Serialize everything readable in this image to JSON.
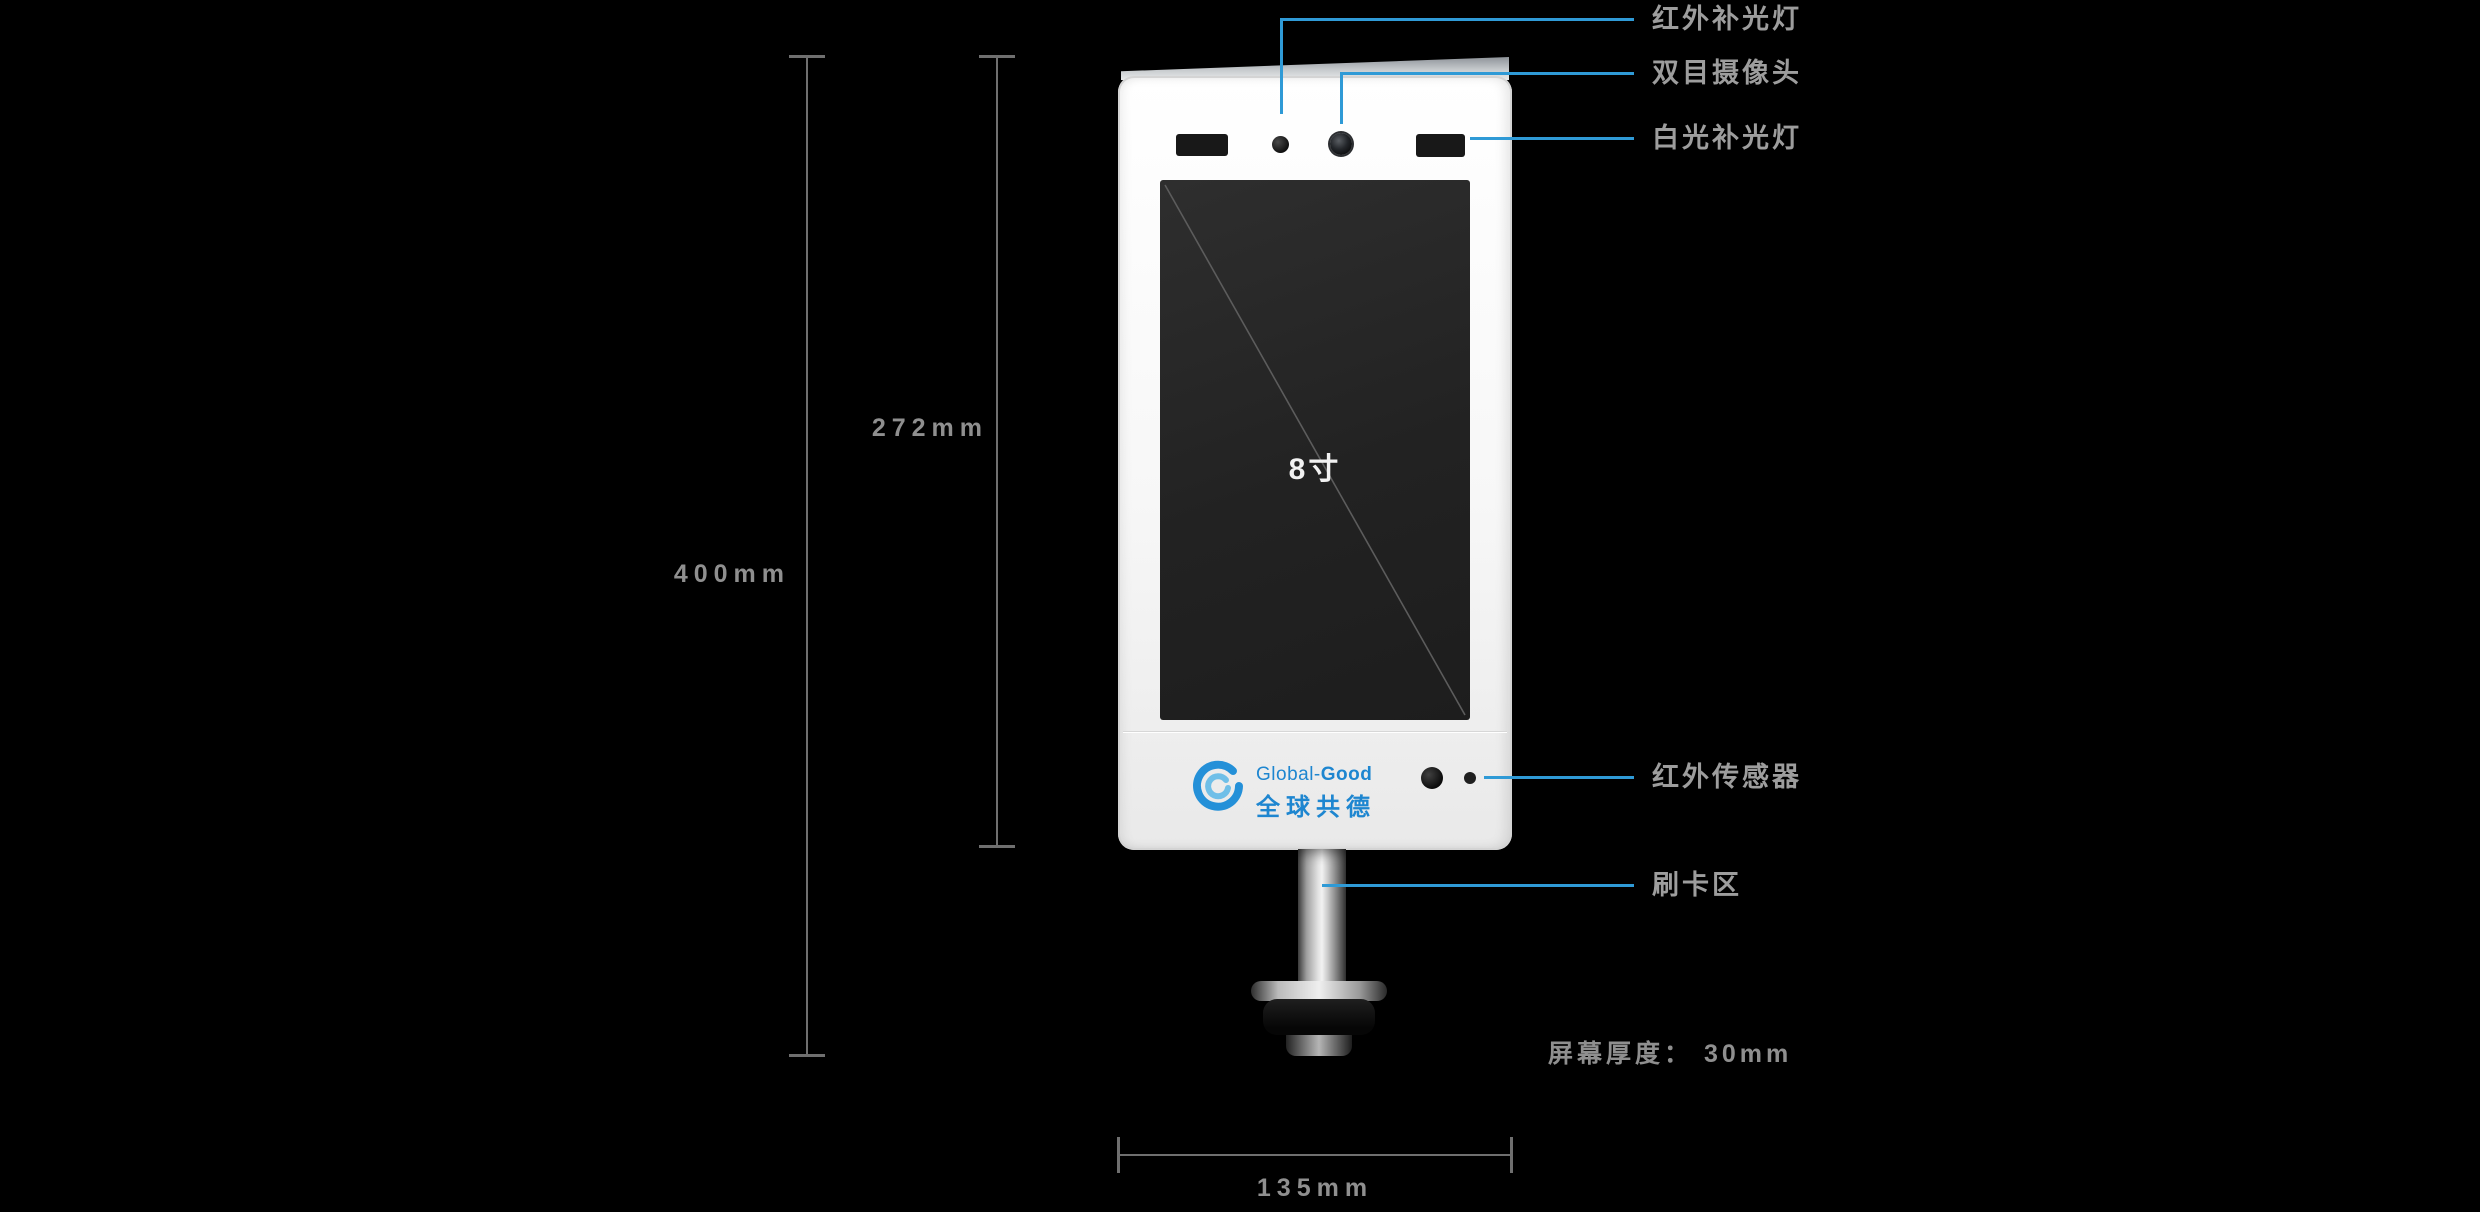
{
  "colors": {
    "background": "#000000",
    "callout_line": "#2f9ad6",
    "callout_text": "#9d9d9d",
    "dimension_text": "#8f8f8f",
    "dimension_line": "#6f6f6f",
    "brand_blue": "#1e86d0",
    "screen_background": "#262626",
    "device_body": "#f4f4f4"
  },
  "device": {
    "screen_size_label": "8寸",
    "brand_en_light": "Global-",
    "brand_en_bold": "Good",
    "brand_cn": "全球共德"
  },
  "callouts": [
    {
      "id": "ir-fill-light",
      "label": "红外补光灯"
    },
    {
      "id": "binocular-camera",
      "label": "双目摄像头"
    },
    {
      "id": "white-fill-light",
      "label": "白光补光灯"
    },
    {
      "id": "ir-sensor",
      "label": "红外传感器"
    },
    {
      "id": "card-swipe-area",
      "label": "刷卡区"
    }
  ],
  "dimensions": {
    "total_height": "400mm",
    "body_height": "272mm",
    "width": "135mm",
    "screen_thickness": "屏幕厚度： 30mm"
  }
}
